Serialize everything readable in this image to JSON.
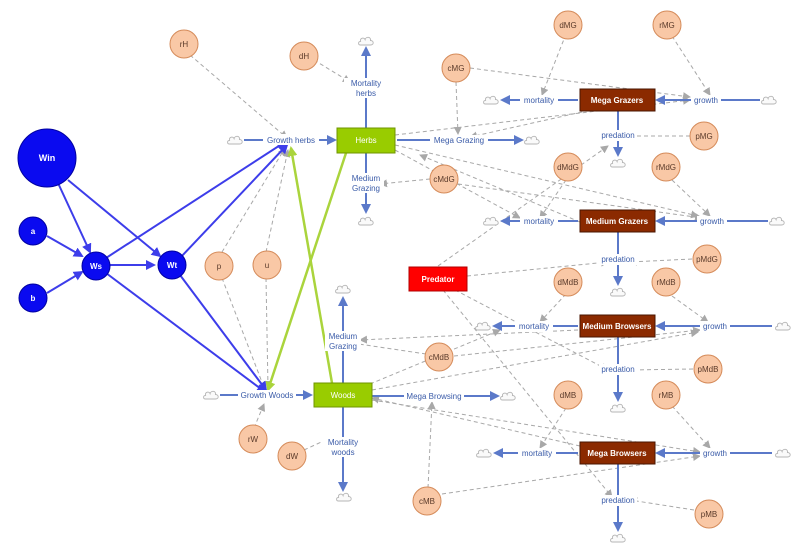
{
  "colors": {
    "driver": "#0a0af0",
    "param": "#f9c8a6",
    "param_stroke": "#d58b5a",
    "plant": "#99cc00",
    "animal": "#8b2a00",
    "predator": "#ff0000",
    "flow": "#5b79c9",
    "link": "#a8a8a8",
    "green_link": "#aad43c",
    "blue_link": "#3d3dea",
    "flow_label": "#3a5ba8"
  },
  "drivers": {
    "win": "Win",
    "a": "a",
    "b": "b",
    "ws": "Ws",
    "wt": "Wt"
  },
  "stocks": {
    "herbs": "Herbs",
    "woods": "Woods",
    "mega_grazers": "Mega Grazers",
    "medium_grazers": "Medium Grazers",
    "medium_browsers": "Medium Browsers",
    "mega_browsers": "Mega Browsers",
    "predator": "Predator"
  },
  "params": {
    "rH": "rH",
    "dH": "dH",
    "p": "p",
    "u": "u",
    "rW": "rW",
    "dW": "dW",
    "dMG": "dMG",
    "rMG": "rMG",
    "cMG": "cMG",
    "pMG": "pMG",
    "dMdG": "dMdG",
    "rMdG": "rMdG",
    "cMdG": "cMdG",
    "pMdG": "pMdG",
    "dMdB": "dMdB",
    "rMdB": "rMdB",
    "cMdB": "cMdB",
    "pMdB": "pMdB",
    "dMB": "dMB",
    "rMB": "rMB",
    "cMB": "cMB",
    "pMB": "pMB"
  },
  "flows": {
    "growth_herbs": "Growth herbs",
    "mortality_herbs_1": "Mortality",
    "mortality_herbs_2": "herbs",
    "mega_grazing": "Mega Grazing",
    "medium_grazing_h1": "Medium",
    "medium_grazing_h2": "Grazing",
    "growth_woods": "Growth Woods",
    "medium_grazing_w1": "Medium",
    "medium_grazing_w2": "Grazing",
    "mega_browsing": "Mega Browsing",
    "mortality_woods_1": "Mortality",
    "mortality_woods_2": "woods",
    "mg_mortality": "mortality",
    "mg_growth": "growth",
    "mg_predation": "predation",
    "mdg_mortality": "mortality",
    "mdg_growth": "growth",
    "mdg_predation": "predation",
    "mdb_mortality": "mortality",
    "mdb_growth": "growth",
    "mdb_predation": "predation",
    "mb_mortality": "mortality",
    "mb_growth": "growth",
    "mb_predation": "predation"
  }
}
